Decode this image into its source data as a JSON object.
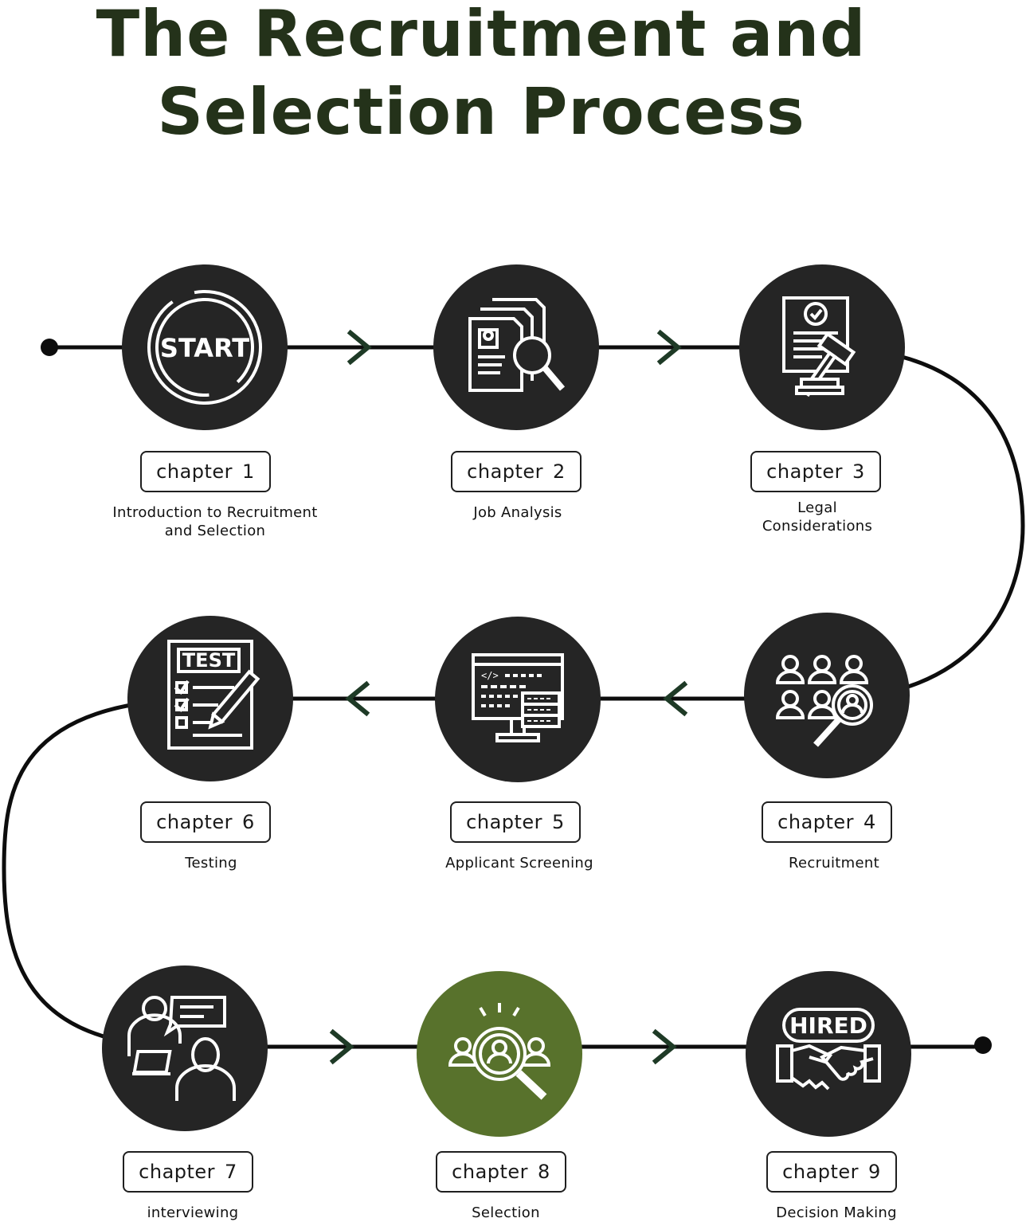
{
  "title": {
    "line1": "The Recruitment and",
    "line2": "Selection Process"
  },
  "colors": {
    "node": "#252525",
    "highlight": "#58722c",
    "arrow": "#1e3a26",
    "line": "#0d0d0d",
    "title": "#24321a"
  },
  "steps": [
    {
      "chip_word": "chapter",
      "num": "1",
      "caption_line1": "Introduction to Recruitment",
      "caption_line2": "and Selection",
      "icon": "start-badge-icon",
      "icon_text": "START"
    },
    {
      "chip_word": "chapter",
      "num": "2",
      "caption_line1": "Job Analysis",
      "caption_line2": "",
      "icon": "documents-magnifier-icon"
    },
    {
      "chip_word": "chapter",
      "num": "3",
      "caption_line1": "Legal",
      "caption_line2": "Considerations",
      "icon": "document-gavel-icon"
    },
    {
      "chip_word": "chapter",
      "num": "4",
      "caption_line1": "Recruitment",
      "caption_line2": "",
      "icon": "people-search-icon"
    },
    {
      "chip_word": "chapter",
      "num": "5",
      "caption_line1": "Applicant Screening",
      "caption_line2": "",
      "icon": "monitor-code-icon"
    },
    {
      "chip_word": "chapter",
      "num": "6",
      "caption_line1": "Testing",
      "caption_line2": "",
      "icon": "test-checklist-icon",
      "icon_text": "TEST"
    },
    {
      "chip_word": "chapter",
      "num": "7",
      "caption_line1": "interviewing",
      "caption_line2": "",
      "icon": "interview-icon"
    },
    {
      "chip_word": "chapter",
      "num": "8",
      "caption_line1": "Selection",
      "caption_line2": "",
      "icon": "candidate-selection-icon"
    },
    {
      "chip_word": "chapter",
      "num": "9",
      "caption_line1": "Decision Making",
      "caption_line2": "",
      "icon": "hired-handshake-icon",
      "icon_text": "HIRED"
    }
  ]
}
